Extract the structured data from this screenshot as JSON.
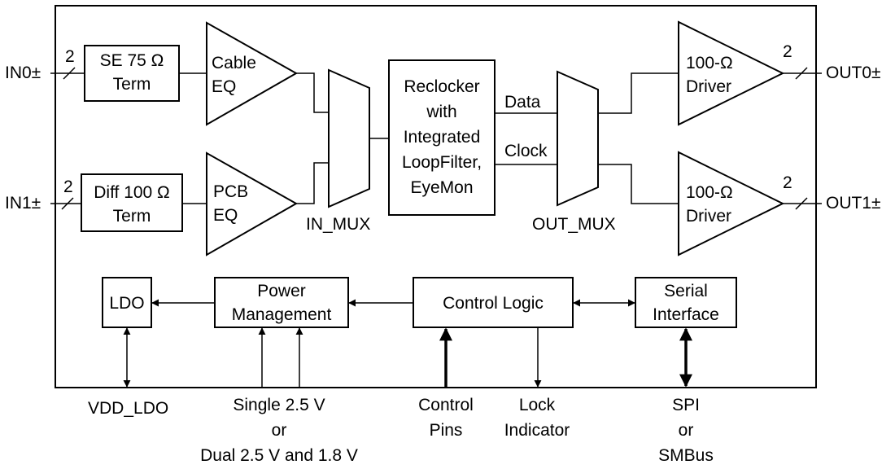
{
  "inputs": {
    "in0": "IN0±",
    "in1": "IN1±",
    "bus_width_in0": "2",
    "bus_width_in1": "2"
  },
  "outputs": {
    "out0": "OUT0±",
    "out1": "OUT1±",
    "bus_width_out0": "2",
    "bus_width_out1": "2"
  },
  "blocks": {
    "se_term": [
      "SE 75 Ω",
      "Term"
    ],
    "diff_term": [
      "Diff 100 Ω",
      "Term"
    ],
    "cable_eq": [
      "Cable",
      "EQ"
    ],
    "pcb_eq": [
      "PCB",
      "EQ"
    ],
    "in_mux": "IN_MUX",
    "reclocker": [
      "Reclocker",
      "with",
      "Integrated",
      "LoopFilter,",
      "EyeMon"
    ],
    "out_mux": "OUT_MUX",
    "driver0": [
      "100-Ω",
      "Driver"
    ],
    "driver1": [
      "100-Ω",
      "Driver"
    ],
    "ldo": "LDO",
    "power_mgmt": [
      "Power",
      "Management"
    ],
    "control_logic": "Control Logic",
    "serial_interface": [
      "Serial",
      "Interface"
    ]
  },
  "signals": {
    "data": "Data",
    "clock": "Clock"
  },
  "pins": {
    "vdd_ldo": "VDD_LDO",
    "supply": [
      "Single 2.5 V",
      "or",
      "Dual 2.5 V and 1.8 V"
    ],
    "control_pins": [
      "Control",
      "Pins"
    ],
    "lock_indicator": [
      "Lock",
      "Indicator"
    ],
    "spi_smbus": [
      "SPI",
      "or",
      "SMBus"
    ]
  }
}
